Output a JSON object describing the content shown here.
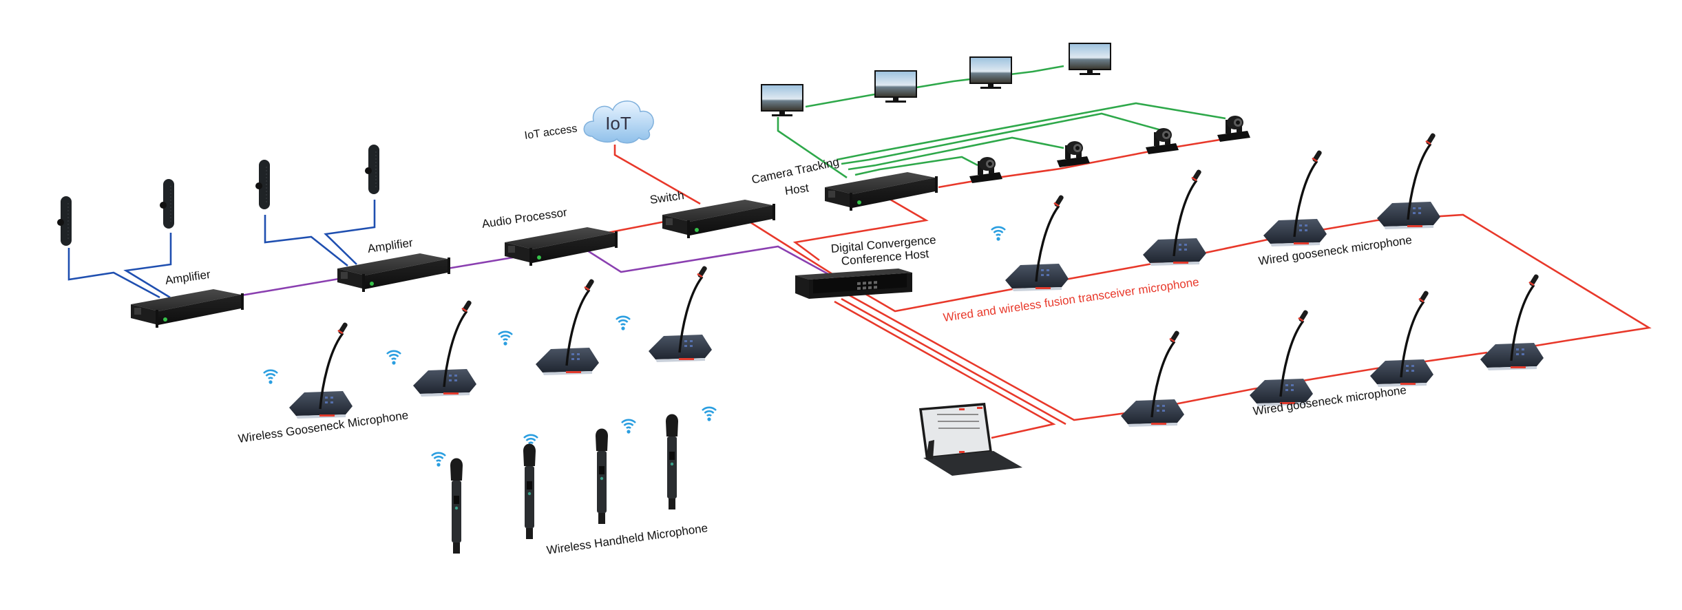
{
  "diagram": {
    "title": "Digital conference system topology",
    "colors": {
      "speaker_line": "#1f4fb0",
      "audio_line": "#8a3fb0",
      "network_line": "#e8382a",
      "video_line": "#2ea84a",
      "wifi_icon": "#2a9ee0",
      "device_body": "#2b2b2b",
      "led_green": "#36c24a"
    },
    "labels": {
      "amplifier_1": "Amplifier",
      "amplifier_2": "Amplifier",
      "audio_processor": "Audio Processor",
      "switch": "Switch",
      "iot_access": "IoT access",
      "iot_cloud": "IoT",
      "camera_tracking_host_line1": "Camera Tracking",
      "camera_tracking_host_line2": "Host",
      "conference_host_line1": "Digital Convergence",
      "conference_host_line2": "Conference Host",
      "fusion_mic": "Wired and wireless fusion transceiver microphone",
      "wired_gooseneck_upper": "Wired gooseneck microphone",
      "wired_gooseneck_lower": "Wired gooseneck microphone",
      "wireless_gooseneck": "Wireless Gooseneck Microphone",
      "wireless_handheld": "Wireless Handheld Microphone"
    },
    "nodes": [
      {
        "id": "speaker-1",
        "type": "column-speaker"
      },
      {
        "id": "speaker-2",
        "type": "column-speaker"
      },
      {
        "id": "speaker-3",
        "type": "column-speaker"
      },
      {
        "id": "speaker-4",
        "type": "column-speaker"
      },
      {
        "id": "amplifier-1",
        "type": "rack-unit",
        "label": "Amplifier"
      },
      {
        "id": "amplifier-2",
        "type": "rack-unit",
        "label": "Amplifier"
      },
      {
        "id": "audio-processor",
        "type": "rack-unit",
        "label": "Audio Processor"
      },
      {
        "id": "switch",
        "type": "rack-unit",
        "label": "Switch"
      },
      {
        "id": "iot-cloud",
        "type": "cloud",
        "label": "IoT"
      },
      {
        "id": "camera-tracking-host",
        "type": "rack-unit",
        "label": "Camera Tracking Host"
      },
      {
        "id": "conference-host",
        "type": "rack-2u",
        "label": "Digital Convergence Conference Host"
      },
      {
        "id": "display-1",
        "type": "display"
      },
      {
        "id": "display-2",
        "type": "display"
      },
      {
        "id": "display-3",
        "type": "display"
      },
      {
        "id": "display-4",
        "type": "display"
      },
      {
        "id": "ptz-camera-1",
        "type": "ptz-camera"
      },
      {
        "id": "ptz-camera-2",
        "type": "ptz-camera"
      },
      {
        "id": "ptz-camera-3",
        "type": "ptz-camera"
      },
      {
        "id": "ptz-camera-4",
        "type": "ptz-camera"
      },
      {
        "id": "tablet",
        "type": "tablet-keyboard"
      }
    ],
    "groups": {
      "wireless_gooseneck_count": 4,
      "wireless_handheld_count": 4,
      "fusion_mic_count": 2,
      "wired_gooseneck_upper_count": 2,
      "wired_gooseneck_lower_count": 4
    },
    "links": [
      {
        "from": "speaker-1",
        "to": "amplifier-1",
        "kind": "speaker"
      },
      {
        "from": "speaker-2",
        "to": "amplifier-1",
        "kind": "speaker"
      },
      {
        "from": "speaker-3",
        "to": "amplifier-2",
        "kind": "speaker"
      },
      {
        "from": "speaker-4",
        "to": "amplifier-2",
        "kind": "speaker"
      },
      {
        "from": "amplifier-1",
        "to": "amplifier-2",
        "kind": "audio"
      },
      {
        "from": "amplifier-2",
        "to": "audio-processor",
        "kind": "audio"
      },
      {
        "from": "audio-processor",
        "to": "conference-host",
        "kind": "audio"
      },
      {
        "from": "audio-processor",
        "to": "switch",
        "kind": "network"
      },
      {
        "from": "iot-cloud",
        "to": "switch",
        "kind": "network"
      },
      {
        "from": "switch",
        "to": "conference-host",
        "kind": "network"
      },
      {
        "from": "camera-tracking-host",
        "to": "conference-host",
        "kind": "network"
      },
      {
        "from": "camera-tracking-host",
        "to": "ptz-camera-1",
        "kind": "network"
      },
      {
        "from": "camera-tracking-host",
        "to": "display-1",
        "kind": "video"
      },
      {
        "from": "display-1",
        "to": "display-4",
        "kind": "video"
      },
      {
        "from": "camera-tracking-host",
        "to": "ptz-camera-1..4",
        "kind": "video"
      },
      {
        "from": "conference-host",
        "to": "fusion-mics",
        "kind": "network"
      },
      {
        "from": "conference-host",
        "to": "wired-gooseneck-lower",
        "kind": "network"
      },
      {
        "from": "conference-host",
        "to": "tablet",
        "kind": "network"
      }
    ]
  }
}
